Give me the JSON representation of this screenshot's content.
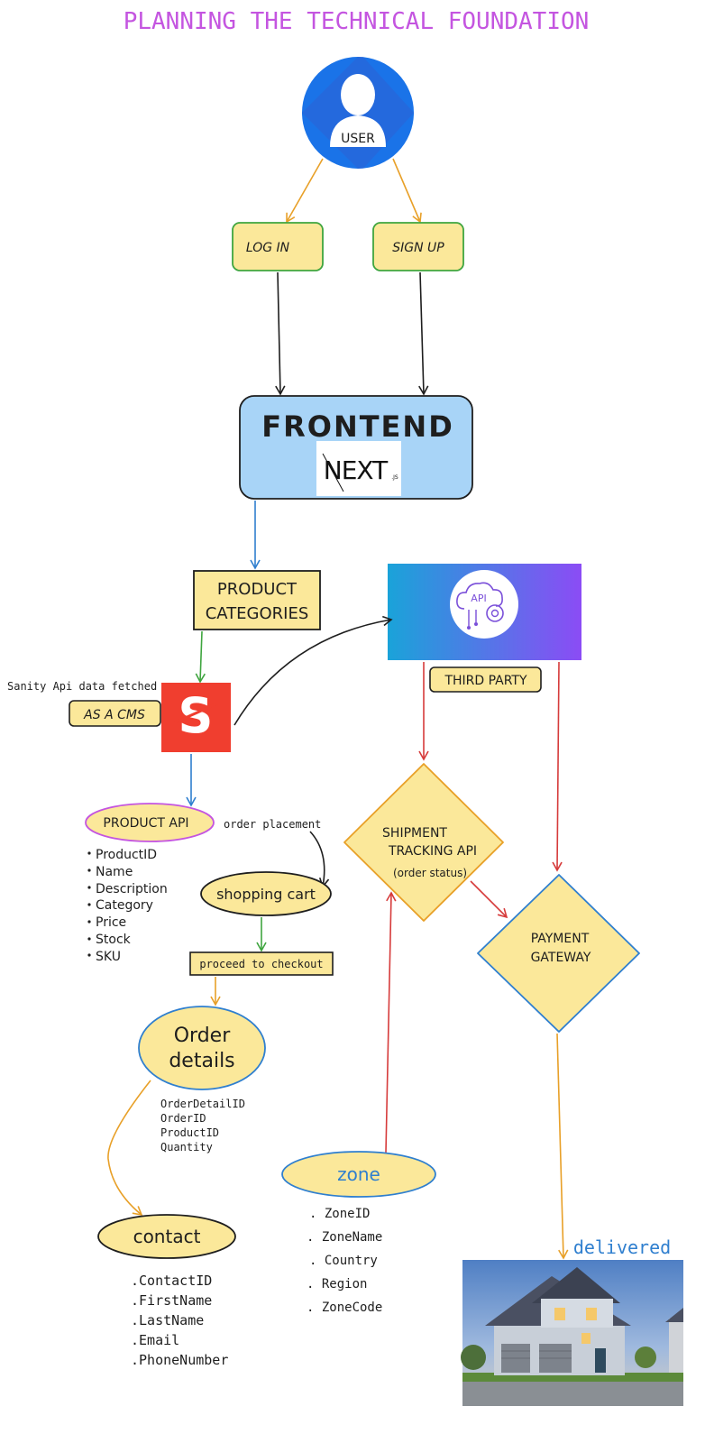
{
  "title": "PLANNING THE TECHNICAL FOUNDATION",
  "user": {
    "label": "USER"
  },
  "auth": {
    "login_label": "LOG IN",
    "signup_label": "SIGN UP"
  },
  "frontend": {
    "label": "FRONTEND",
    "framework_logo": "NEXT",
    "framework_suffix": ".JS"
  },
  "product_categories": {
    "line1": "PRODUCT",
    "line2": "CATEGORIES"
  },
  "cms": {
    "note": "Sanity Api data fetched",
    "label": "AS A CMS",
    "logo_letter": "S"
  },
  "third_party": {
    "label": "THIRD PARTY",
    "logo_text": "API"
  },
  "product_api": {
    "label": "PRODUCT API",
    "fields": [
      "ProductID",
      "Name",
      "Description",
      "Category",
      "Price",
      "Stock",
      "SKU"
    ]
  },
  "order_placement": {
    "label": "order placement"
  },
  "shopping_cart": {
    "label": "shopping cart"
  },
  "checkout": {
    "label": "proceed to checkout"
  },
  "order_details": {
    "line1": "Order",
    "line2": "details",
    "fields": [
      "OrderDetailID",
      "OrderID",
      "ProductID",
      "Quantity"
    ]
  },
  "contact": {
    "label": "contact",
    "fields": [
      ".ContactID",
      ".FirstName",
      ".LastName",
      ".Email",
      ".PhoneNumber"
    ]
  },
  "shipment": {
    "line1": "SHIPMENT",
    "line2": "TRACKING API",
    "line3": "(order status)"
  },
  "payment": {
    "line1": "PAYMENT",
    "line2": "GATEWAY"
  },
  "zone": {
    "label": "zone",
    "fields": [
      ". ZoneID",
      ". ZoneName",
      ". Country",
      ". Region",
      ". ZoneCode"
    ]
  },
  "delivered": {
    "label": "delivered"
  },
  "colors": {
    "title": "#c455e0",
    "yellow_fill": "#fbe89a",
    "green_stroke": "#3fa53f",
    "blue_fill": "#a8d4f7",
    "orange": "#e8a028",
    "red": "#d63b3b",
    "blue_arrow": "#2f7fcf",
    "green_arrow": "#3fa53f",
    "sanity_red": "#f03e2f"
  },
  "icons": {
    "user": "user-silhouette-icon",
    "api": "api-cloud-gear-icon",
    "house": "house-photo"
  }
}
